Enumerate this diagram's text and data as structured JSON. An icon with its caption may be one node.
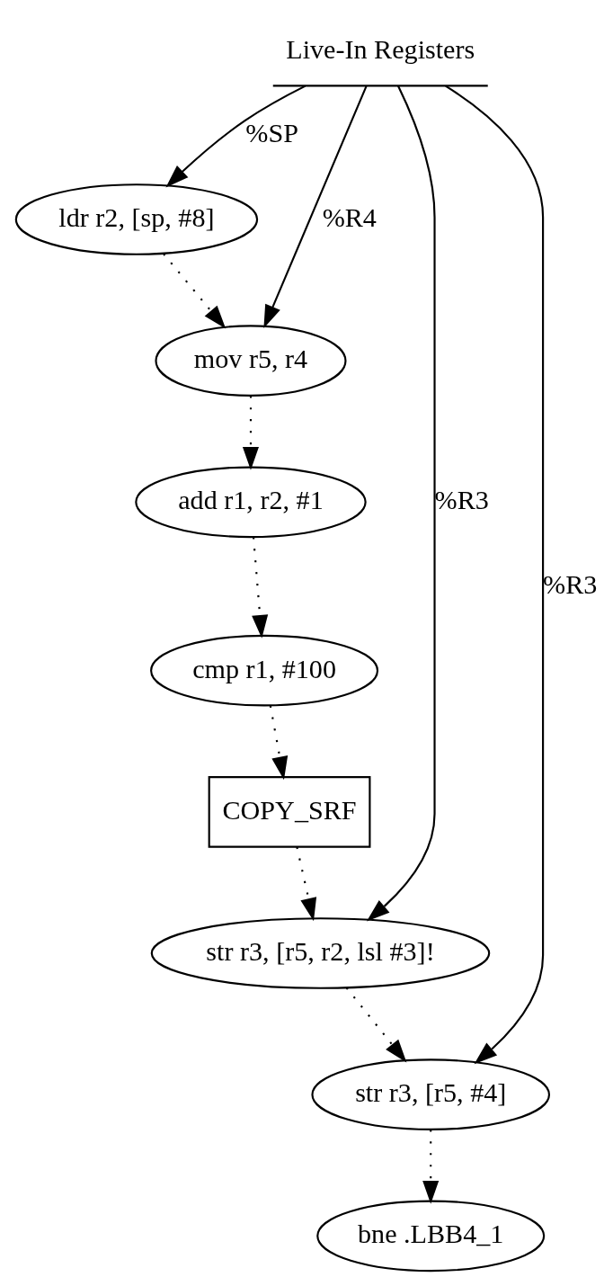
{
  "diagram": {
    "nodes": [
      {
        "text": [
          "Live-In Registers"
        ]
      },
      {
        "text": [
          "ldr r2, [sp, #8]"
        ]
      },
      {
        "text": [
          "mov r5, r4"
        ]
      },
      {
        "text": [
          "add r1, r2, #1"
        ]
      },
      {
        "text": [
          "cmp r1, #100"
        ]
      },
      {
        "text": [
          "COPY_SRF"
        ]
      },
      {
        "text": [
          "str r3, [r5, r2, lsl #3]!"
        ]
      },
      {
        "text": [
          "str r3, [r5, #4]"
        ]
      },
      {
        "text": [
          "bne .LBB4_1"
        ]
      }
    ],
    "edges": [
      {
        "from": 0,
        "to": 1,
        "arrow": "to",
        "label": "%SP"
      },
      {
        "from": 0,
        "to": 2,
        "arrow": "to",
        "label": "%R4"
      },
      {
        "from": 0,
        "to": 6,
        "arrow": "to",
        "label": "%R3"
      },
      {
        "from": 0,
        "to": 7,
        "arrow": "to",
        "label": "%R3"
      },
      {
        "from": 1,
        "to": 2,
        "arrow": "to",
        "style": "dashed"
      },
      {
        "from": 2,
        "to": 3,
        "arrow": "to",
        "style": "dashed"
      },
      {
        "from": 3,
        "to": 4,
        "arrow": "to",
        "style": "dashed"
      },
      {
        "from": 4,
        "to": 5,
        "arrow": "to",
        "style": "dashed"
      },
      {
        "from": 5,
        "to": 6,
        "arrow": "to",
        "style": "dashed"
      },
      {
        "from": 6,
        "to": 7,
        "arrow": "to",
        "style": "dashed"
      },
      {
        "from": 7,
        "to": 8,
        "arrow": "to",
        "style": "dashed"
      }
    ]
  }
}
